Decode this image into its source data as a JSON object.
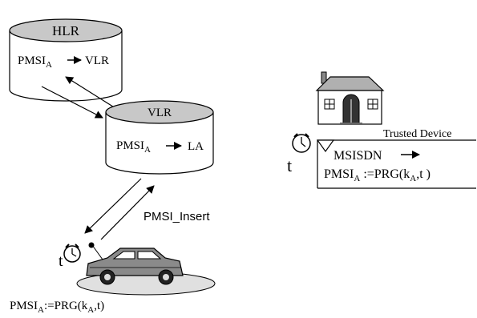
{
  "hlr": {
    "title": "HLR",
    "mapping": {
      "lhs": "PMSI",
      "lhs_sub": "A",
      "rhs": "VLR"
    }
  },
  "vlr": {
    "title": "VLR",
    "mapping": {
      "lhs": "PMSI",
      "lhs_sub": "A",
      "rhs": "LA"
    }
  },
  "link_label": "PMSI_Insert",
  "time_symbol": "t",
  "car_caption": {
    "prefix": "PMSI",
    "prefix_sub": "A",
    "op": ":=PRG(k",
    "k_sub": "A",
    "suffix": ",t)"
  },
  "trusted_device": {
    "label": "Trusted Device",
    "line1": "MSISDN",
    "line2": {
      "prefix": "PMSI",
      "prefix_sub": "A",
      "op": " :=PRG(k",
      "k_sub": "A",
      "suffix": ",t )"
    }
  },
  "colors": {
    "cylinder_top": "#c8c8c8",
    "ground": "#e0e0e0",
    "car_body": "#8a8a8a",
    "house_roof": "#b0b0b0"
  }
}
